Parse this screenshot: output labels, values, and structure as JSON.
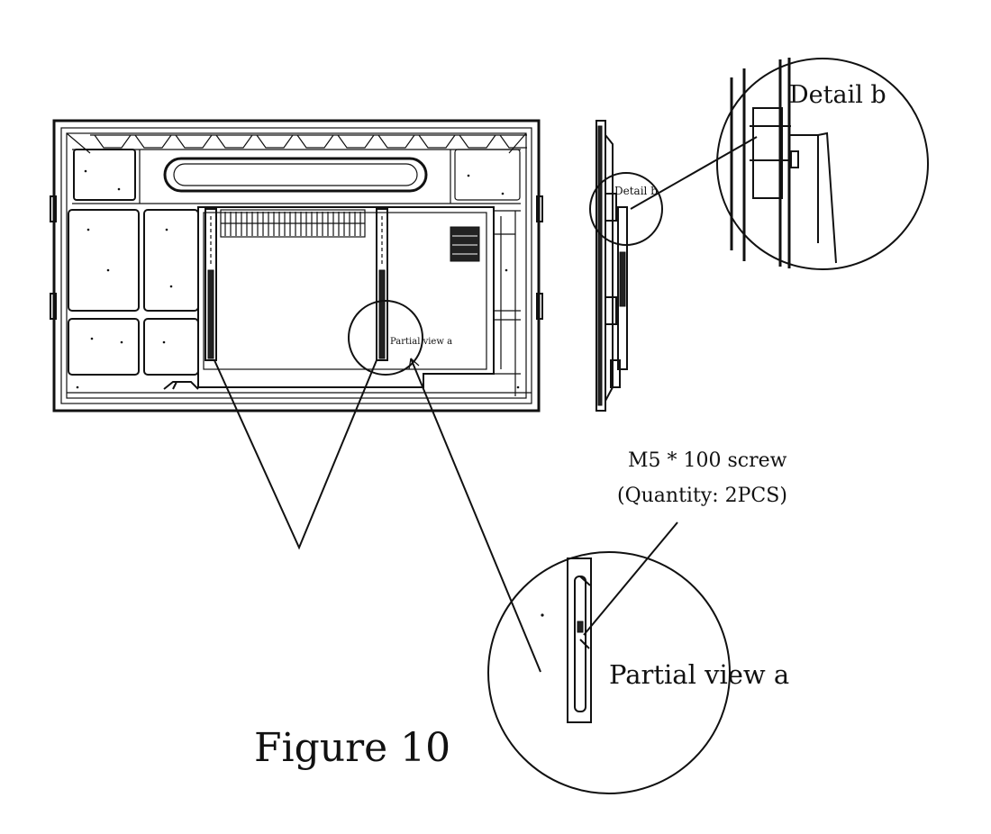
{
  "figure": {
    "caption": "Figure 10"
  },
  "labels": {
    "detail_b_large": "Detail b",
    "detail_b_small": "Detail b",
    "partial_view_small": "Partial view a",
    "partial_view_large": "Partial view a",
    "screw_spec": "M5 * 100 screw",
    "screw_quantity": "(Quantity: 2PCS)"
  }
}
